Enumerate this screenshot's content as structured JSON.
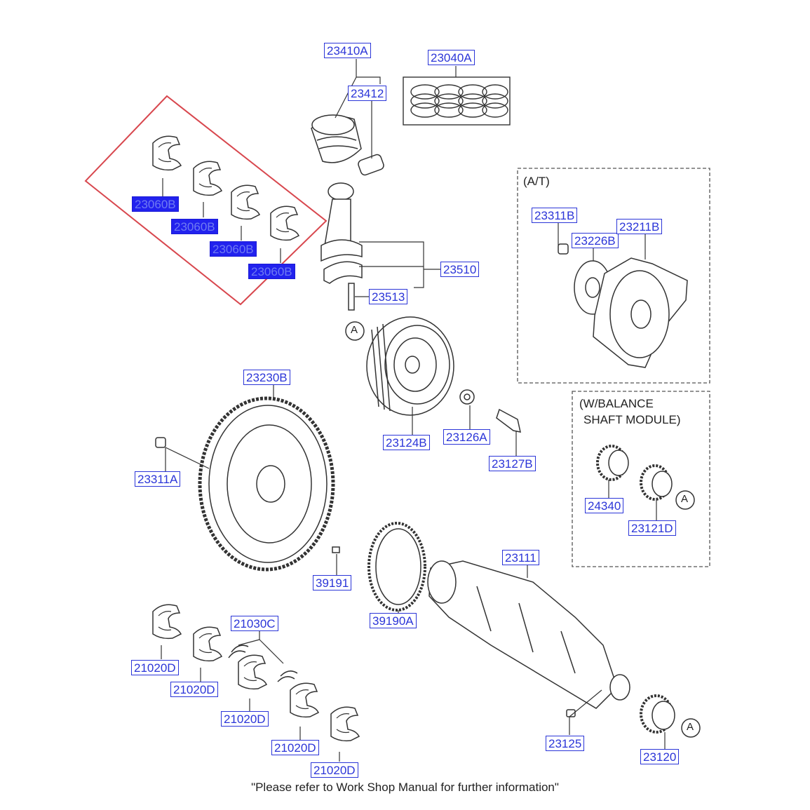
{
  "labels": {
    "piston_assy": "23410A",
    "ring_set": "23040A",
    "piston_pin": "23412",
    "conrod_bearing_1": "23060B",
    "conrod_bearing_2": "23060B",
    "conrod_bearing_3": "23060B",
    "conrod_bearing_4": "23060B",
    "conrod_assy": "23510",
    "conrod_bolt": "23513",
    "damper_pulley": "23124B",
    "pulley_washer": "23126A",
    "pulley_bolt": "23127B",
    "flywheel": "23230B",
    "flywheel_bolt": "23311A",
    "drive_plate_bolt": "23311B",
    "adapter_plate": "23226B",
    "drive_plate": "23211B",
    "balance_gear": "24340",
    "balance_sprocket": "23121D",
    "crankshaft": "23111",
    "key": "39191",
    "target_wheel": "39190A",
    "thrust_washer": "21030C",
    "main_bearing_1": "21020D",
    "main_bearing_2": "21020D",
    "main_bearing_3": "21020D",
    "main_bearing_4": "21020D",
    "main_bearing_5": "21020D",
    "woodruff_key": "23125",
    "crank_sprocket": "23120"
  },
  "notes": {
    "at_box": "(A/T)",
    "balance_box_line1": "(W/BALANCE",
    "balance_box_line2": "SHAFT MODULE)",
    "ref_a": "A",
    "footer": "\"Please refer to Work Shop Manual for further information\""
  },
  "colors": {
    "label_border": "#2b35d8",
    "label_highlight_fill": "#2222ee",
    "highlight_box": "#d8474e",
    "line": "#333333"
  }
}
